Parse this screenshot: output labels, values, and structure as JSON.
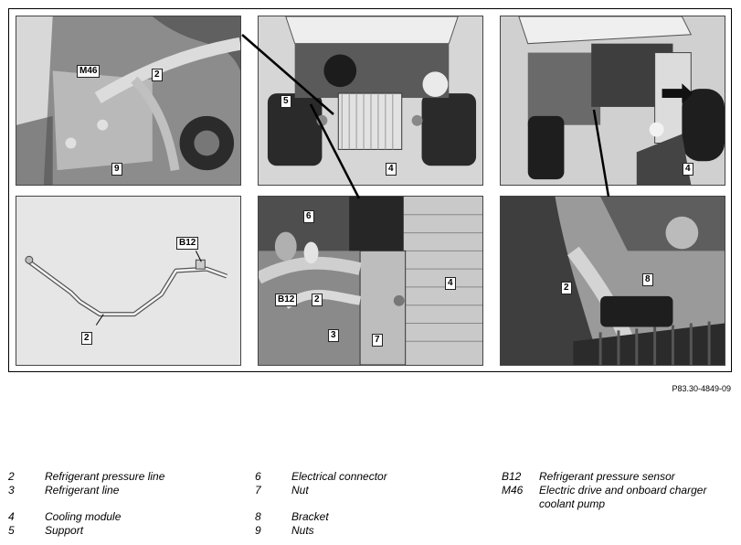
{
  "callouts": {
    "p1": [
      "M46",
      "2",
      "9"
    ],
    "p2": [
      "5",
      "4"
    ],
    "p3": [
      "4"
    ],
    "p4": [
      "B12",
      "2"
    ],
    "p5": [
      "6",
      "B12",
      "2",
      "3",
      "7",
      "4"
    ],
    "p6": [
      "2",
      "8"
    ]
  },
  "figure_code": "P83.30-4849-09",
  "legend": [
    {
      "num": "2",
      "text": "Refrigerant pressure line"
    },
    {
      "num": "3",
      "text": "Refrigerant line"
    },
    {
      "num": "4",
      "text": "Cooling module"
    },
    {
      "num": "5",
      "text": "Support"
    },
    {
      "num": "6",
      "text": "Electrical connector"
    },
    {
      "num": "7",
      "text": "Nut"
    },
    {
      "num": "8",
      "text": "Bracket"
    },
    {
      "num": "9",
      "text": "Nuts"
    },
    {
      "num": "B12",
      "text": "Refrigerant pressure sensor"
    },
    {
      "num": "M46",
      "text": "Electric drive and onboard charger coolant pump"
    }
  ],
  "colors": {
    "photo_dark": "#3a3a3a",
    "photo_mid": "#8a8a8a",
    "photo_light": "#c8c8c8",
    "drawing_bg": "#e6e6e6"
  }
}
